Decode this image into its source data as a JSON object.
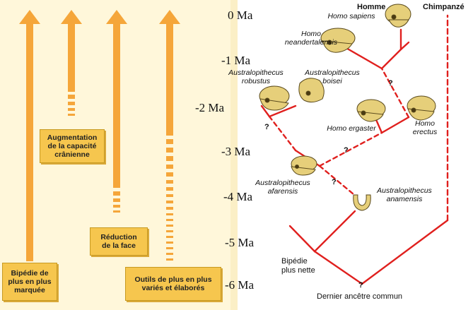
{
  "traits": [
    {
      "id": "bipedie",
      "label": "Bipédie de\nplus en plus\nmarquée"
    },
    {
      "id": "crane",
      "label": "Augmentation\nde la capacité\ncrânienne"
    },
    {
      "id": "face",
      "label": "Réduction\nde la face"
    },
    {
      "id": "outils",
      "label": "Outils de plus en plus\nvariés et élaborés"
    }
  ],
  "time_axis": [
    "0 Ma",
    "-1 Ma",
    "-2 Ma",
    "-3 Ma",
    "-4 Ma",
    "-5 Ma",
    "-6 Ma"
  ],
  "headers": {
    "homme": "Homme",
    "chimpanze": "Chimpanzé"
  },
  "species": [
    {
      "id": "sapiens",
      "label": "Homo sapiens"
    },
    {
      "id": "neandertalensis",
      "label": "Homo\nneandertalensis"
    },
    {
      "id": "robustus",
      "label": "Australopithecus\nrobustus"
    },
    {
      "id": "boisei",
      "label": "Australopithecus\nboisei"
    },
    {
      "id": "ergaster",
      "label": "Homo ergaster"
    },
    {
      "id": "erectus",
      "label": "Homo\nerectus"
    },
    {
      "id": "afarensis",
      "label": "Australopithecus\nafarensis"
    },
    {
      "id": "anamensis",
      "label": "Australopithecus\nanamensis"
    }
  ],
  "notes": {
    "bipedie_nette": "Bipédie\nplus nette",
    "ancetre": "Dernier ancêtre commun"
  },
  "question_mark": "?",
  "colors": {
    "arrow": "#f5a63a",
    "branch": "#e0201e",
    "box": "#f6c64e",
    "skull": "#e6cf7a"
  }
}
